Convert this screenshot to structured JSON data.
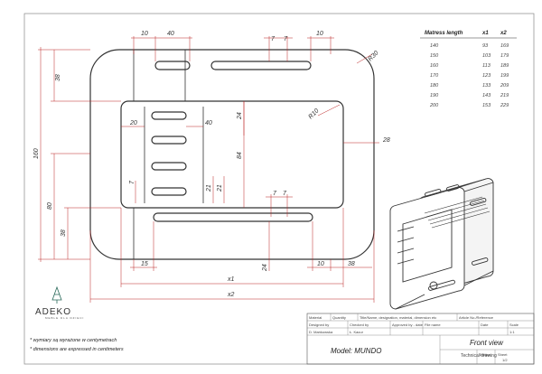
{
  "drawing": {
    "dimensions": {
      "top_10_left": "10",
      "top_40": "40",
      "top_7a": "7",
      "top_7b": "7",
      "top_10_right": "10",
      "r30": "R30",
      "r10": "R10",
      "left_38_top": "38",
      "left_160": "160",
      "left_80": "80",
      "left_38_bottom": "38",
      "mid_20": "20",
      "mid_40": "40",
      "mid_24_top": "24",
      "mid_84": "84",
      "mid_28": "28",
      "mid_7_left": "7",
      "mid_21a": "21",
      "mid_21b": "21",
      "mid_7a": "7",
      "mid_7b": "7",
      "bot_15": "15",
      "bot_24": "24",
      "bot_10": "10",
      "bot_38": "38",
      "x1": "x1",
      "x2": "x2"
    }
  },
  "size_table": {
    "headers": [
      "Matress length",
      "x1",
      "x2"
    ],
    "rows": [
      [
        "140",
        "93",
        "169"
      ],
      [
        "150",
        "103",
        "179"
      ],
      [
        "160",
        "113",
        "189"
      ],
      [
        "170",
        "123",
        "199"
      ],
      [
        "180",
        "133",
        "209"
      ],
      [
        "190",
        "143",
        "219"
      ],
      [
        "200",
        "153",
        "229"
      ]
    ]
  },
  "logo": {
    "name": "ADEKO",
    "tagline": "MEBLE DLA DZIECI"
  },
  "notes": {
    "polish": "* wymiary są wyrażone w centymetrach",
    "english": "* dimensions are expressed in centimeters"
  },
  "title_block": {
    "row1": [
      "Material",
      "Quantity",
      "Title/Name, designation, material, dimension etc",
      "Article No./Reference"
    ],
    "row2": [
      "Designed by",
      "Checked by",
      "Approved by - date",
      "File name",
      "Date",
      "Scale"
    ],
    "row3": [
      "D. Mańkowska",
      "Ł. Kacur",
      "",
      "",
      "",
      "1:1"
    ],
    "model": "Model: MUNDO",
    "view": "Front view",
    "kind": "Technical drawing",
    "edition_label": "Edition",
    "sheet_label": "Sheet",
    "sheet_value": "1/2"
  }
}
